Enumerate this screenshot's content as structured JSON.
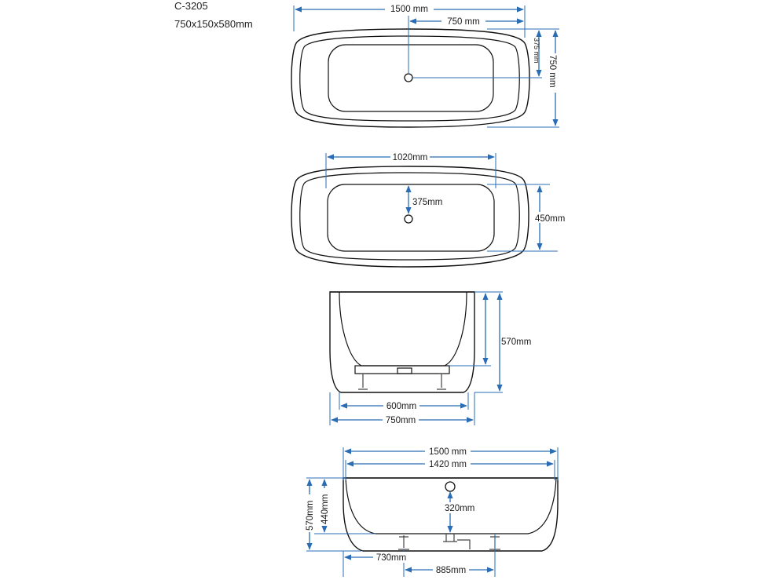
{
  "header": {
    "model": "C-3205",
    "size": "750x150x580mm"
  },
  "top_view": {
    "length": "1500 mm",
    "half_length": "750 mm",
    "half_width": "375 mm",
    "width": "750 mm"
  },
  "top_view_inner": {
    "basin_length": "1020mm",
    "drain_offset": "375mm",
    "basin_width": "450mm"
  },
  "end_view": {
    "height": "570mm",
    "base_width": "600mm",
    "total_width": "750mm"
  },
  "side_view": {
    "length": "1500 mm",
    "inner_length": "1420 mm",
    "overflow_height": "320mm",
    "total_height": "570mm",
    "inner_height": "440mm",
    "leg_spacing_a": "730mm",
    "leg_spacing_b": "885mm"
  },
  "colors": {
    "dimension_line": "#2a6db5",
    "outline": "#111111"
  }
}
